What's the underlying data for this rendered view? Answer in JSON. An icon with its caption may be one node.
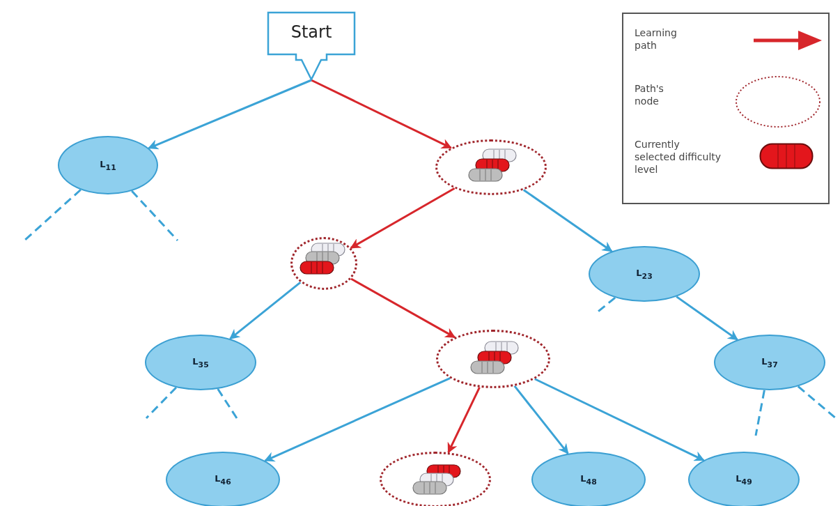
{
  "diagram": {
    "nodes": [
      {
        "text": [
          "Start"
        ]
      },
      {
        "text": [
          "L$_{11}$"
        ]
      },
      {
        "text": [],
        "shape": "ellipse"
      },
      {
        "text": [],
        "shape": "ellipse"
      },
      {
        "text": [
          "L$_{23}$"
        ]
      },
      {
        "text": [
          "L$_{35}$"
        ]
      },
      {
        "text": [],
        "shape": "ellipse"
      },
      {
        "text": [
          "L$_{37}$"
        ]
      },
      {
        "text": [
          "L$_{46}$"
        ]
      },
      {
        "text": [],
        "shape": "ellipse"
      },
      {
        "text": [
          "L$_{48}$"
        ]
      },
      {
        "text": [
          "L$_{49}$"
        ]
      }
    ],
    "edges": [
      {
        "from": 0,
        "to": 1,
        "arrow": "to"
      },
      {
        "from": 0,
        "to": 2,
        "arrow": "to",
        "color": "#d7262b"
      },
      {
        "from": 1,
        "to": null,
        "arrow": "none",
        "style": "dashed"
      },
      {
        "from": 1,
        "to": null,
        "arrow": "none",
        "style": "dashed"
      },
      {
        "from": 2,
        "to": 3,
        "arrow": "to",
        "color": "#d7262b"
      },
      {
        "from": 2,
        "to": 4,
        "arrow": "to"
      },
      {
        "from": 3,
        "to": 5,
        "arrow": "to"
      },
      {
        "from": 3,
        "to": 6,
        "arrow": "to",
        "color": "#d7262b"
      },
      {
        "from": 4,
        "to": null,
        "arrow": "none",
        "style": "dashed"
      },
      {
        "from": 4,
        "to": 7,
        "arrow": "to"
      },
      {
        "from": 5,
        "to": null,
        "arrow": "none",
        "style": "dashed"
      },
      {
        "from": 5,
        "to": null,
        "arrow": "none",
        "style": "dashed"
      },
      {
        "from": 6,
        "to": 8,
        "arrow": "to"
      },
      {
        "from": 6,
        "to": 9,
        "arrow": "to",
        "color": "#d7262b"
      },
      {
        "from": 6,
        "to": 10,
        "arrow": "to"
      },
      {
        "from": 6,
        "to": 11,
        "arrow": "to"
      },
      {
        "from": 7,
        "to": null,
        "arrow": "none",
        "style": "dashed"
      },
      {
        "from": 7,
        "to": null,
        "arrow": "none",
        "style": "dashed"
      }
    ],
    "legend": [
      {
        "text": "Learning path"
      },
      {
        "text": "Path's node"
      },
      {
        "text": "Currently selected difficulty level"
      }
    ]
  }
}
